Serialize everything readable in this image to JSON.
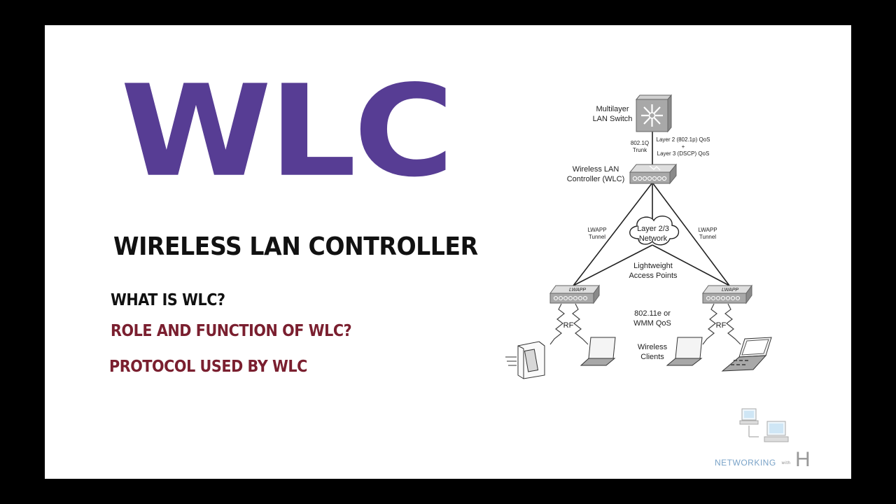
{
  "title": "WLC",
  "subtitle": "WIRELESS LAN CONTROLLER",
  "bullets": [
    "WHAT IS WLC?",
    "ROLE AND FUNCTION OF WLC?",
    "PROTOCOL USED BY WLC"
  ],
  "colors": {
    "title": "#573d94",
    "bullet_dark": "#111111",
    "bullet_red": "#7a1f2f",
    "device_gray": "#a8a8a8"
  },
  "diagram": {
    "switch_label": [
      "Multilayer",
      "LAN Switch"
    ],
    "trunk_label": [
      "802.1Q",
      "Trunk"
    ],
    "qos_label": [
      "Layer 2 (802.1p) QoS",
      "+",
      "Layer 3 (DSCP) QoS"
    ],
    "wlc_label": [
      "Wireless LAN",
      "Controller (WLC)"
    ],
    "lwapp_tunnel": [
      "LWAPP",
      "Tunnel"
    ],
    "cloud_label": [
      "Layer 2/3",
      "Network"
    ],
    "lap_label": [
      "Lightweight",
      "Access Points"
    ],
    "ap_face_label": "LWAPP",
    "rf_label": "RF",
    "wmm_label": [
      "802.11e or",
      "WMM QoS"
    ],
    "clients_label": [
      "Wireless",
      "Clients"
    ]
  },
  "logo": {
    "text": "NETWORKING",
    "with": "with",
    "letter": "H",
    "icon": "computers-logo-icon"
  }
}
